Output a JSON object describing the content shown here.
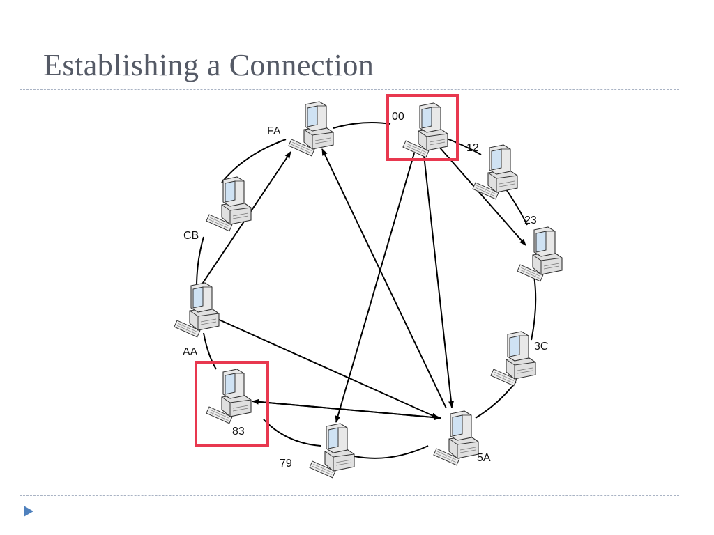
{
  "title": "Establishing a Connection",
  "diagram": {
    "nodes": [
      {
        "id": "00",
        "label": "00",
        "highlighted": true
      },
      {
        "id": "12",
        "label": "12",
        "highlighted": false
      },
      {
        "id": "23",
        "label": "23",
        "highlighted": false
      },
      {
        "id": "3C",
        "label": "3C",
        "highlighted": false
      },
      {
        "id": "5A",
        "label": "5A",
        "highlighted": false
      },
      {
        "id": "79",
        "label": "79",
        "highlighted": false
      },
      {
        "id": "83",
        "label": "83",
        "highlighted": true
      },
      {
        "id": "AA",
        "label": "AA",
        "highlighted": false
      },
      {
        "id": "CB",
        "label": "CB",
        "highlighted": false
      },
      {
        "id": "FA",
        "label": "FA",
        "highlighted": false
      }
    ],
    "arrows": [
      {
        "from": "00",
        "to": "23"
      },
      {
        "from": "00",
        "to": "5A"
      },
      {
        "from": "00",
        "to": "79"
      },
      {
        "from": "AA",
        "to": "FA"
      },
      {
        "from": "AA",
        "to": "5A"
      },
      {
        "from": "5A",
        "to": "FA"
      },
      {
        "from": "5A",
        "to": "83"
      },
      {
        "from": "83",
        "to": "5A"
      }
    ],
    "ring_order": [
      "00",
      "12",
      "23",
      "3C",
      "5A",
      "79",
      "83",
      "AA",
      "CB",
      "FA"
    ],
    "colors": {
      "highlight": "#e8384f",
      "line": "#000000",
      "computer_fill": "#e6e6e6",
      "screen_fill": "#cfe2f3"
    },
    "icon": "desktop-computer-icon"
  }
}
